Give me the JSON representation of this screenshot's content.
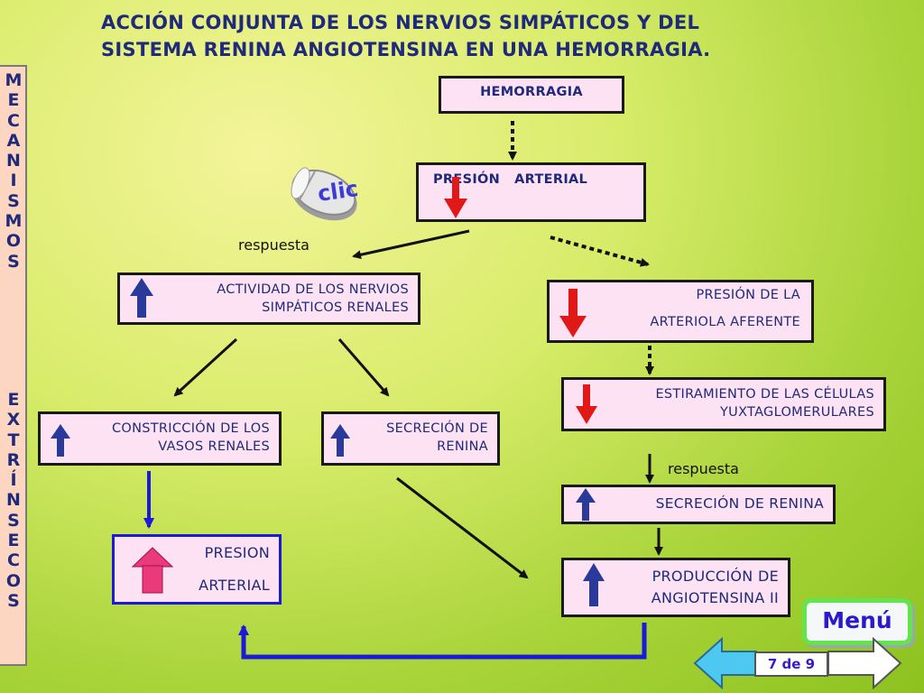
{
  "title_line1": "ACCIÓN CONJUNTA DE LOS NERVIOS SIMPÁTICOS Y DEL",
  "title_line2": "SISTEMA RENINA ANGIOTENSINA EN UNA HEMORRAGIA.",
  "sidebar": {
    "word1": [
      "M",
      "E",
      "C",
      "A",
      "N",
      "I",
      "S",
      "M",
      "O",
      "S"
    ],
    "word2": [
      "E",
      "X",
      "T",
      "R",
      "Í",
      "N",
      "S",
      "E",
      "C",
      "O",
      "S"
    ]
  },
  "mouse_icon_text": "clic",
  "boxes": {
    "hemorragia": "HEMORRAGIA",
    "presion_arterial": "PRESIÓN   ARTERIAL",
    "actividad_nervios": "ACTIVIDAD DE LOS NERVIOS\nSIMPÁTICOS RENALES",
    "presion_arteriola_1": "PRESIÓN DE LA",
    "presion_arteriola_2": "ARTERIOLA  AFERENTE",
    "estiramiento": "ESTIRAMIENTO DE LAS CÉLULAS\nYUXTAGLOMERULARES",
    "constriccion": "CONSTRICCIÓN DE LOS\nVASOS RENALES",
    "secrecion_renina_left": "SECRECIÓN DE\nRENINA",
    "secrecion_renina_right": "SECRECIÓN DE RENINA",
    "presion_arterial_result_1": "PRESION",
    "presion_arterial_result_2": "ARTERIAL",
    "produccion_angiotensina": "PRODUCCIÓN DE\nANGIOTENSINA II"
  },
  "labels": {
    "respuesta_left": "respuesta",
    "respuesta_right": "respuesta"
  },
  "nav": {
    "menu": "Menú",
    "page": "7 de 9"
  },
  "colors": {
    "text_blue": "#1f2a7a",
    "box_fill": "#fde2f3",
    "arrow_up": "#2a3a9a",
    "arrow_down": "#e01818",
    "arrow_up_pink": "#ea3a7a"
  }
}
